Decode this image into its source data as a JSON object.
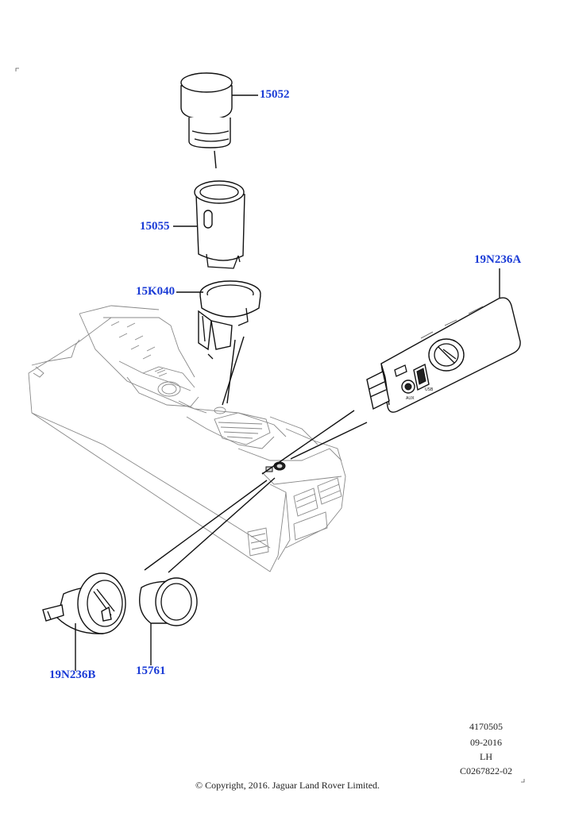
{
  "parts": [
    {
      "id": "15052",
      "label": "15052"
    },
    {
      "id": "15055",
      "label": "15055"
    },
    {
      "id": "15K040",
      "label": "15K040"
    },
    {
      "id": "19N236A",
      "label": "19N236A"
    },
    {
      "id": "19N236B",
      "label": "19N236B"
    },
    {
      "id": "15761",
      "label": "15761"
    }
  ],
  "meta": {
    "ref_number": "4170505",
    "date": "09-2016",
    "side": "LH",
    "catalogue_code": "C0267822-02"
  },
  "panel_markings": {
    "aux": "AUX",
    "usb": "USB"
  },
  "copyright": "© Copyright, 2016. Jaguar Land Rover Limited.",
  "colors": {
    "label": "#1a3bd6",
    "line": "#111111"
  }
}
